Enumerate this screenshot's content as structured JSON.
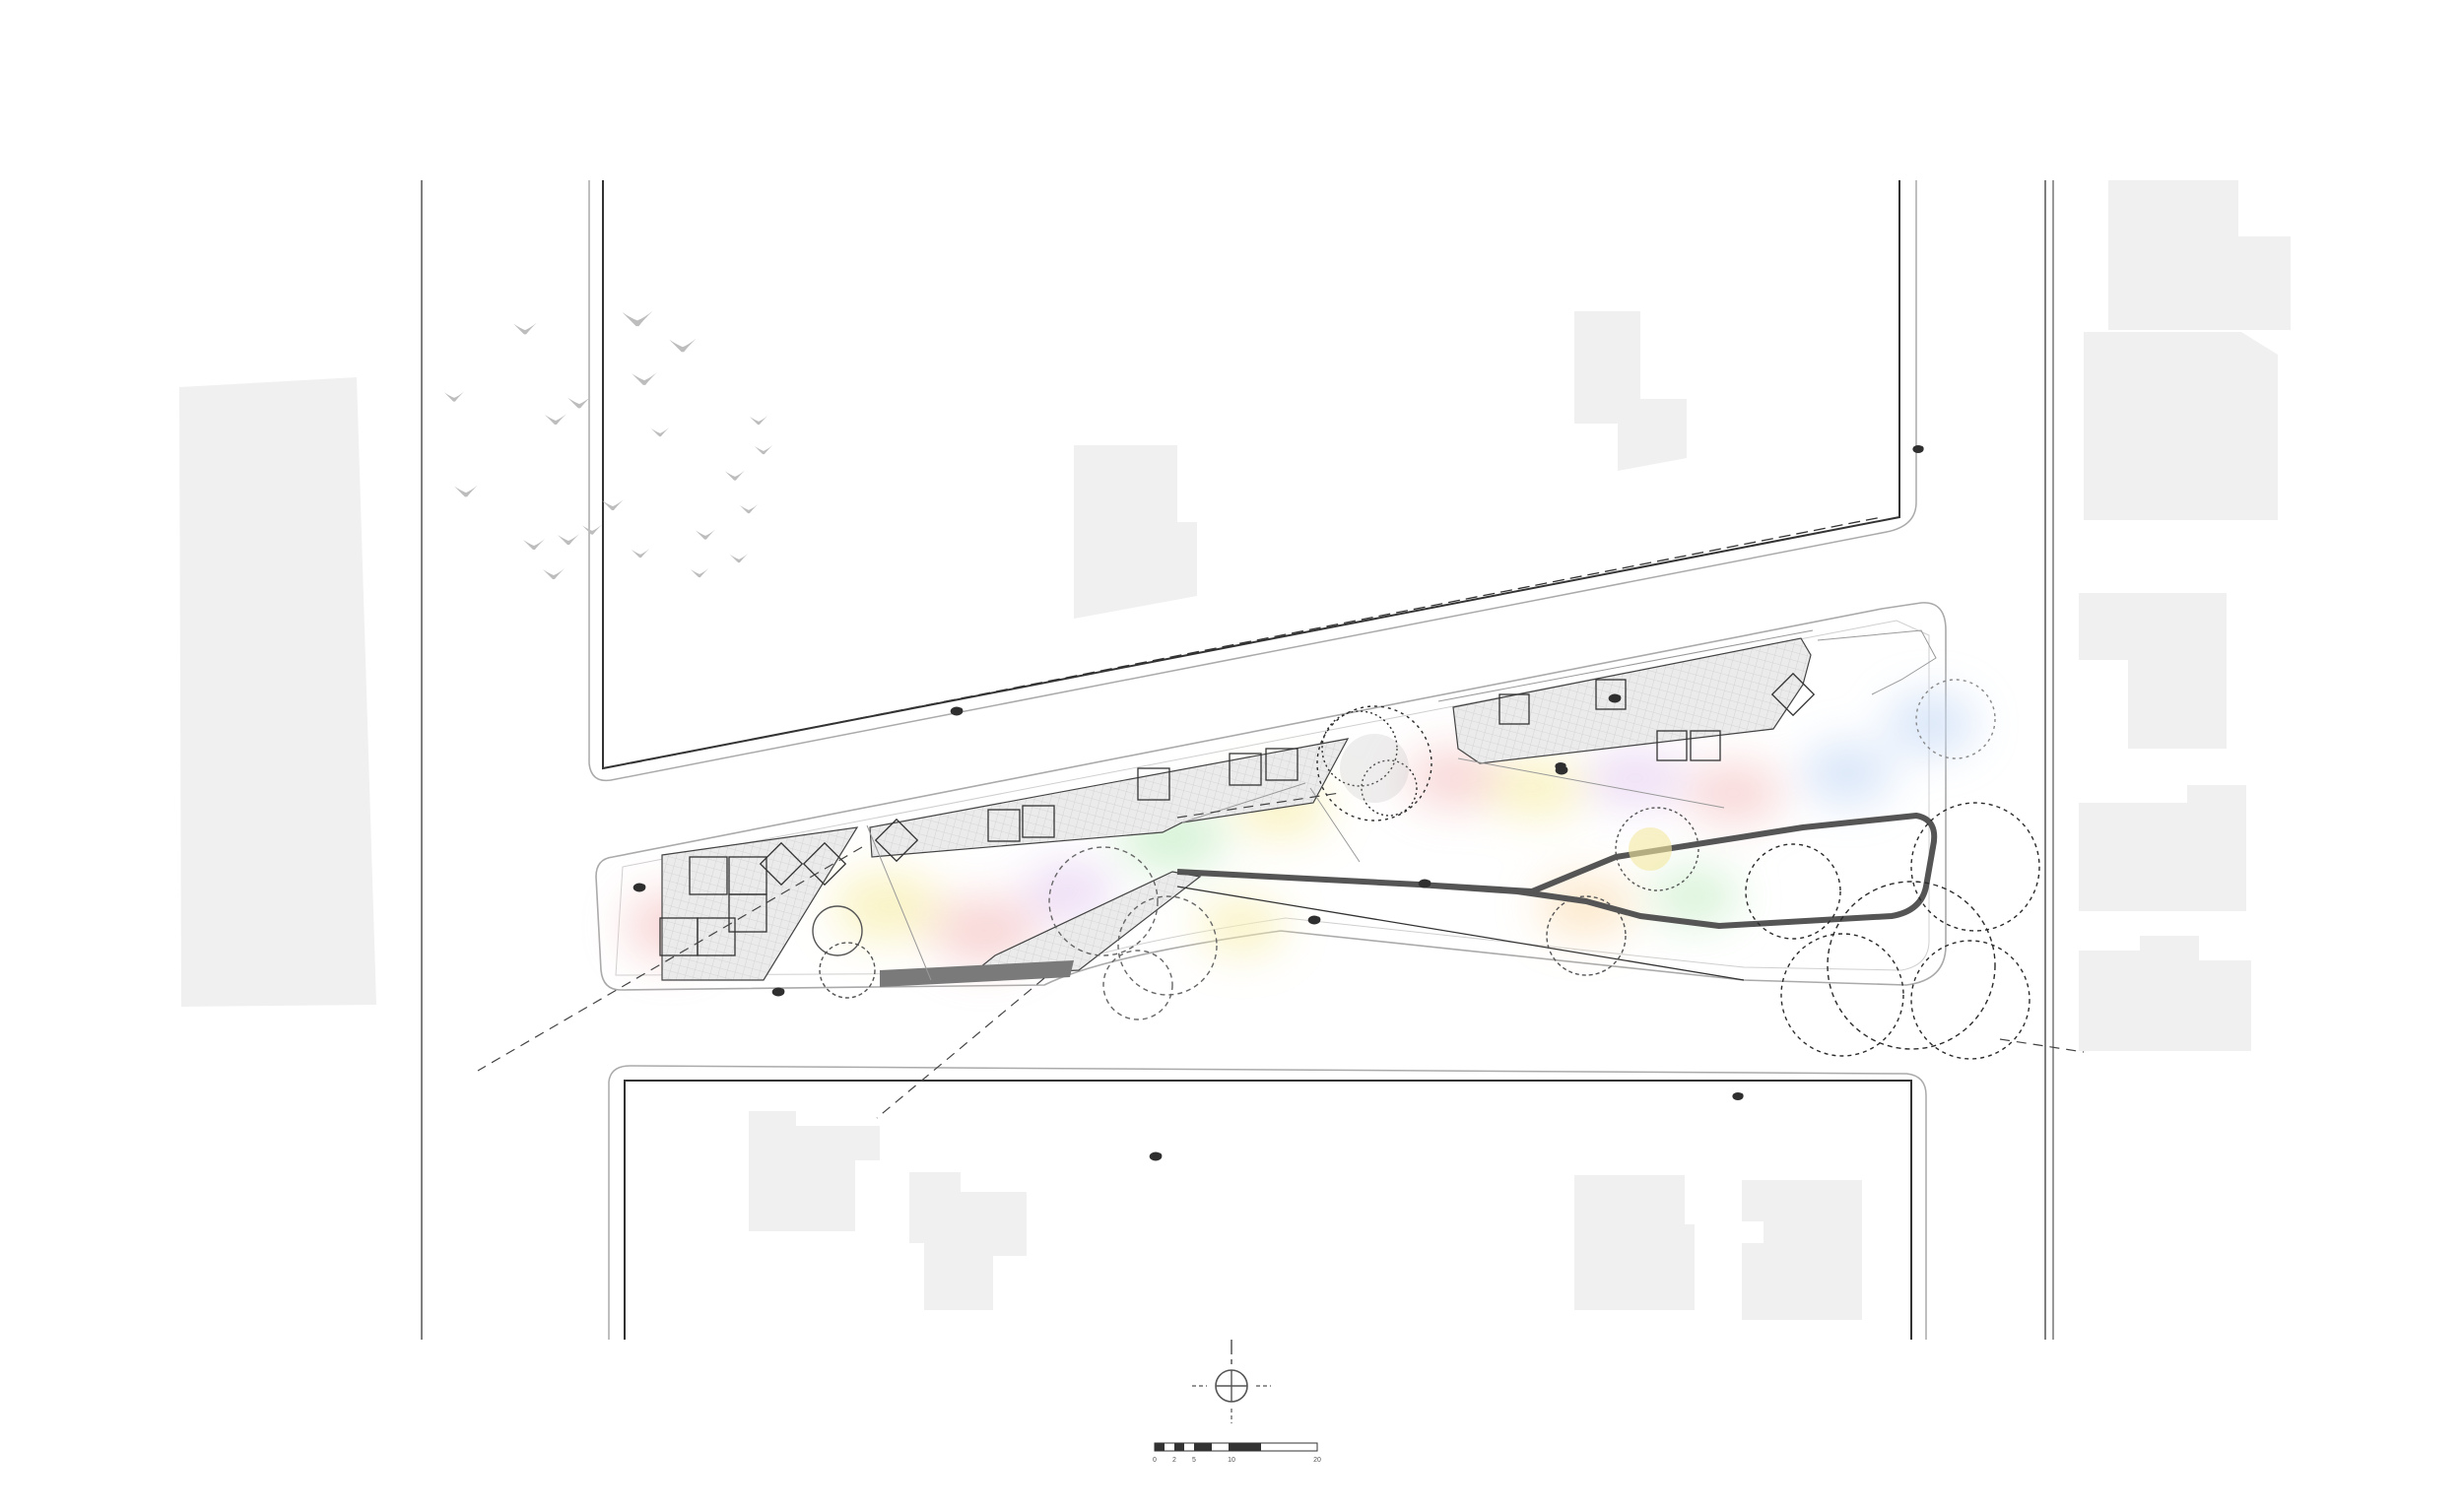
{
  "scale_bar": {
    "labels": [
      "0",
      "2",
      "5",
      "10",
      "20"
    ]
  },
  "colors": {
    "building_fill": "#f0f0f0",
    "line": "#333333",
    "hatch": "#d9d9d9",
    "tree": "#2b2b2b",
    "pastel": [
      "#f6c9c9",
      "#f8efb0",
      "#c9eec9",
      "#c9dcf6",
      "#e6d0f2",
      "#fbe0b8"
    ]
  },
  "icons": [
    "north-arrow-icon",
    "bird-icon",
    "person-icon",
    "tree-icon"
  ]
}
